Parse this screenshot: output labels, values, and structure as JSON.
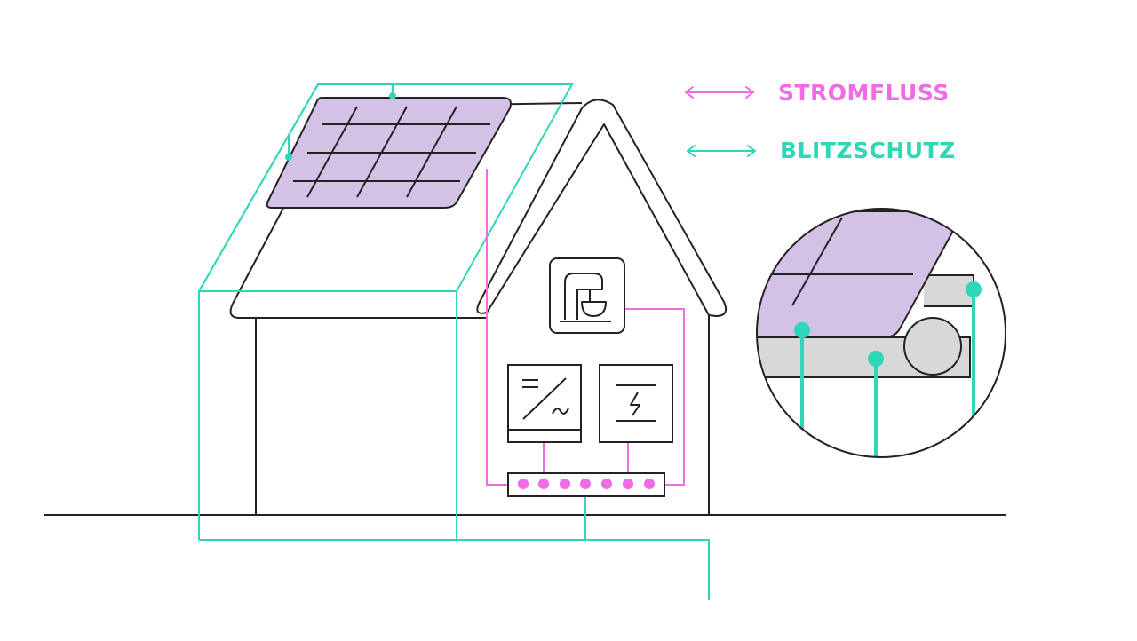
{
  "legend": {
    "items": [
      {
        "label": "STROMFLUSS",
        "color": "#f06be6",
        "arrow": "double-headed"
      },
      {
        "label": "BLITZSCHUTZ",
        "color": "#2fd6b8",
        "arrow": "double-headed"
      }
    ]
  },
  "colors": {
    "outline": "#222222",
    "power_flow": "#f06be6",
    "lightning_protection": "#2fd6b8",
    "panel_fill": "#d4c2e6",
    "mount_rail_fill": "#d8d8d8"
  },
  "icons": {
    "appliance": "stand-mixer-icon",
    "inverter": "dc-ac-inverter-icon",
    "surge_protector": "lightning-bolt-icon"
  }
}
